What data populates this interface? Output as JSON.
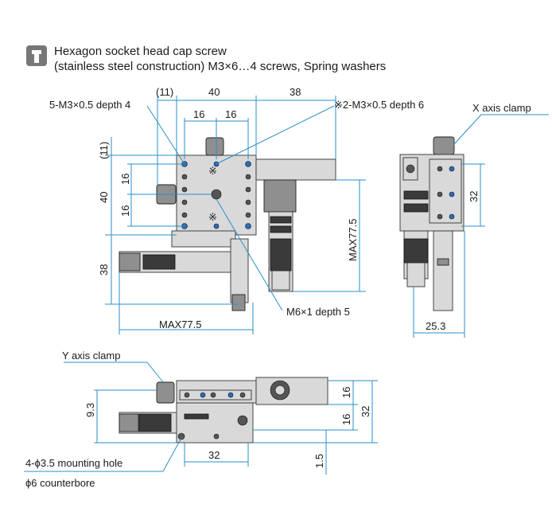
{
  "legend": {
    "icon": "screw-icon",
    "line1": "Hexagon socket head cap screw",
    "line2": "(stainless steel construction) M3×6…4 screws, Spring washers"
  },
  "top_view": {
    "dim_11_top": "(11)",
    "dim_40_top": "40",
    "dim_38_top": "38",
    "dim_16_a": "16",
    "dim_16_b": "16",
    "dim_11_left": "(11)",
    "dim_16_c": "16",
    "dim_40_left": "40",
    "dim_16_d": "16",
    "dim_38_left": "38",
    "dim_max_bottom": "MAX77.5",
    "dim_max_right": "MAX77.5",
    "callout_holes": "5-M3×0.5 depth 4",
    "callout_ref_holes": "※2-M3×0.5 depth 6",
    "callout_m6": "M6×1 depth 5",
    "mark_a": "※",
    "mark_b": "※"
  },
  "side_view": {
    "x_clamp": "X axis clamp",
    "dim_32": "32",
    "dim_25_3": "25.3"
  },
  "front_view": {
    "y_clamp": "Y axis clamp",
    "dim_9_3": "9.3",
    "dim_16_e": "16",
    "dim_16_f": "16",
    "dim_32_b": "32",
    "dim_32_bottom": "32",
    "dim_1_5": "1.5",
    "mounting_line1": "4-ϕ3.5 mounting hole",
    "mounting_line2": "ϕ6 counterbore"
  },
  "colors": {
    "dimension_line": "#2a8fc9",
    "part_light": "#d9d9d9",
    "part_dark": "#3a3a3a"
  }
}
